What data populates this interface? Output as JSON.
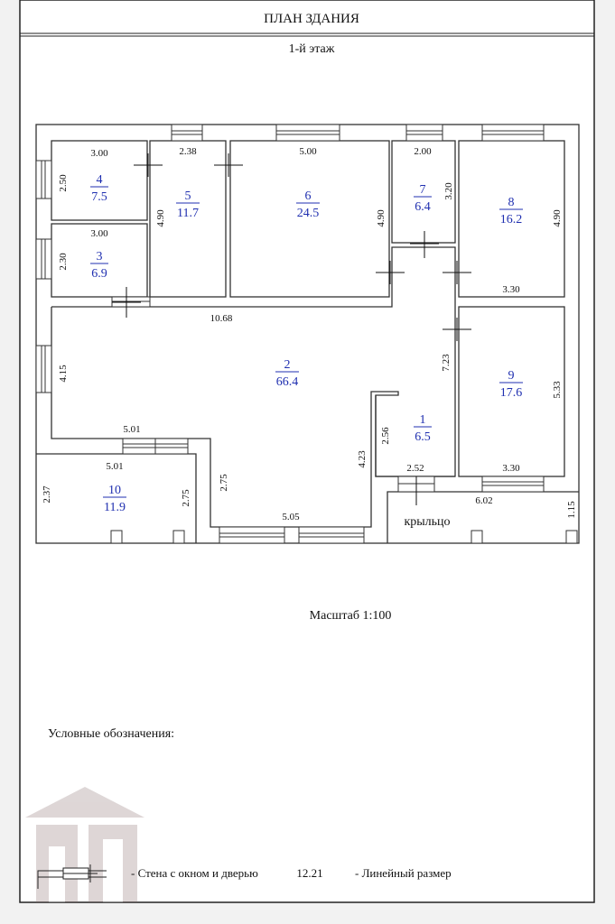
{
  "header": {
    "title": "ПЛАН ЗДАНИЯ",
    "floor": "1-й этаж"
  },
  "rooms": [
    {
      "num": "1",
      "area": "6.5"
    },
    {
      "num": "2",
      "area": "66.4"
    },
    {
      "num": "3",
      "area": "6.9"
    },
    {
      "num": "4",
      "area": "7.5"
    },
    {
      "num": "5",
      "area": "11.7"
    },
    {
      "num": "6",
      "area": "24.5"
    },
    {
      "num": "7",
      "area": "6.4"
    },
    {
      "num": "8",
      "area": "16.2"
    },
    {
      "num": "9",
      "area": "17.6"
    },
    {
      "num": "10",
      "area": "11.9"
    }
  ],
  "dims": {
    "r4_w": "3.00",
    "r4_h": "2.50",
    "r3_w": "3.00",
    "r3_h": "2.30",
    "r5_w": "2.38",
    "r5_h": "4.90",
    "r6_w": "5.00",
    "r6_h": "4.90",
    "r7_w": "2.00",
    "r7_h": "3.20",
    "r8_h": "4.90",
    "r8_w": "3.30",
    "r2_top": "10.68",
    "r2_left": "4.15",
    "r2_right": "7.23",
    "r2_mid": "5.01",
    "r2_inner": "2.75",
    "r2_bottom": "5.05",
    "r2_right2": "4.23",
    "r9_h": "5.33",
    "r9_w": "3.30",
    "r1_h": "2.56",
    "r1_w": "2.52",
    "r10_w": "5.01",
    "r10_left": "2.37",
    "r10_right": "2.75",
    "porch_w": "6.02",
    "porch_h": "1.15"
  },
  "porch_label": "крыльцо",
  "scale": "Масштаб 1:100",
  "legend": {
    "title": "Условные обозначения:",
    "wall": "- Стена с окном и дверью",
    "dim_sample": "12.21",
    "dim": "- Линейный размер"
  },
  "watermark": "АП"
}
